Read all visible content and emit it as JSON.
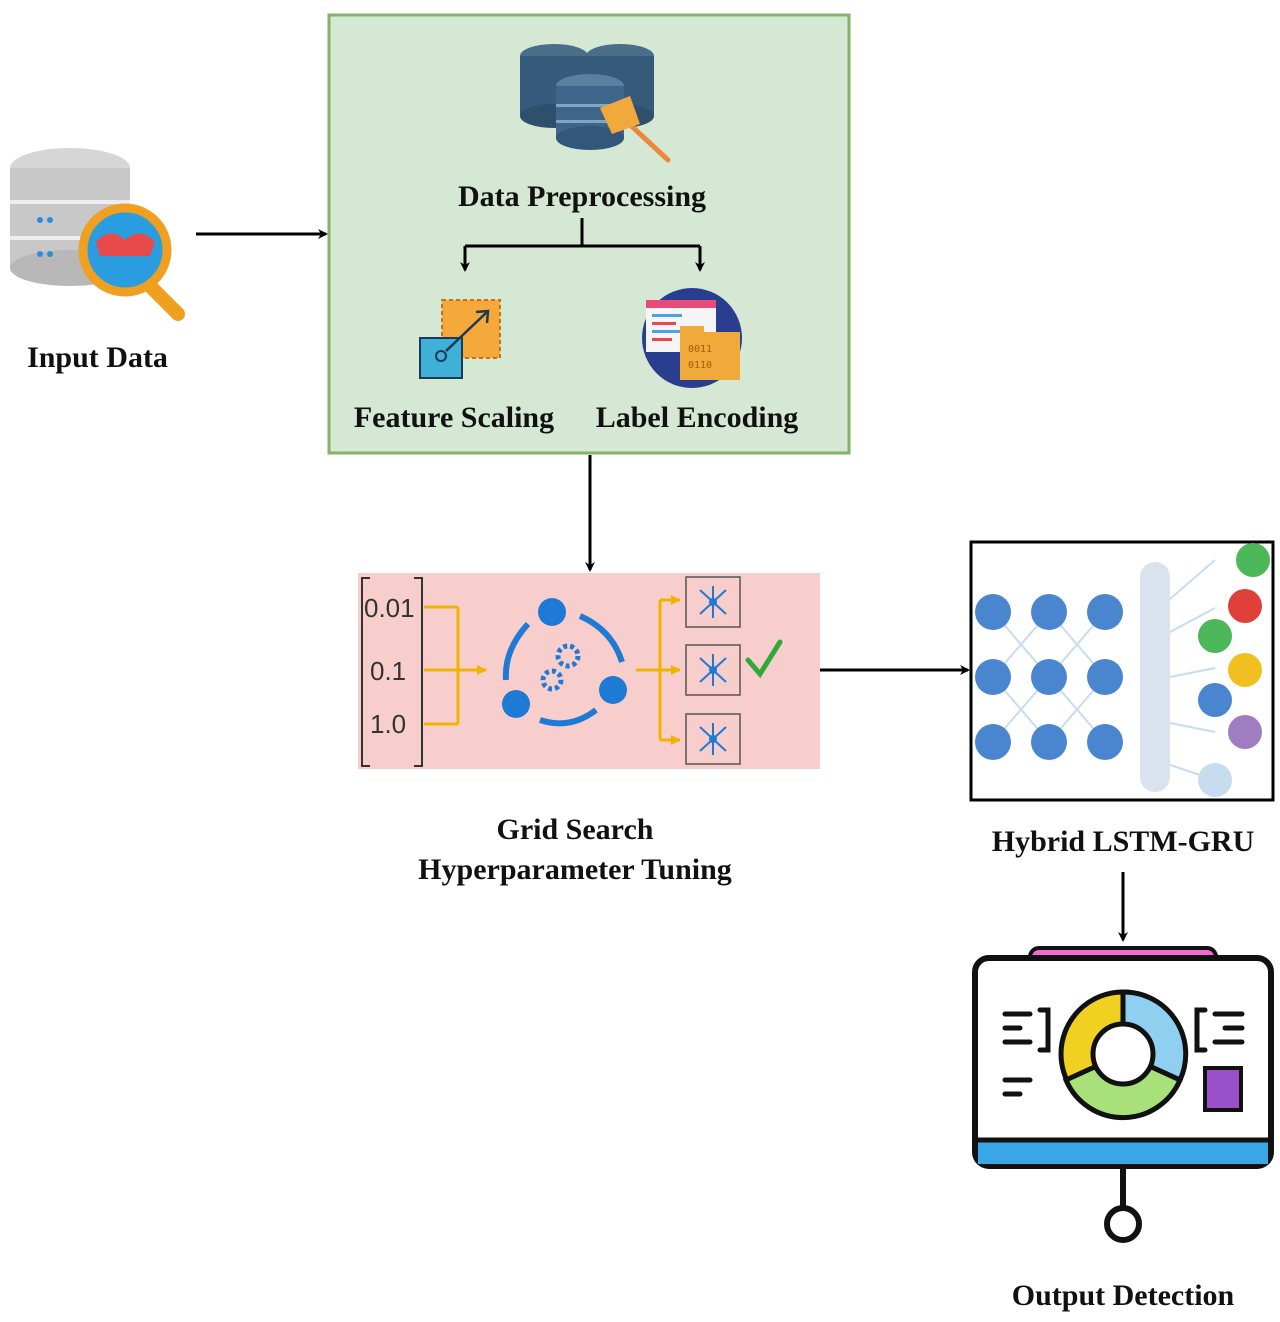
{
  "labels": {
    "input": "Input Data",
    "preprocessing": "Data Preprocessing",
    "scaling": "Feature Scaling",
    "encoding": "Label Encoding",
    "grid_line1": "Grid Search",
    "grid_line2": "Hyperparameter Tuning",
    "model": "Hybrid LSTM-GRU",
    "output": "Output Detection"
  },
  "grid_values": [
    "0.01",
    "0.1",
    "1.0"
  ],
  "colors": {
    "preprocessing_bg": "#d5e8d4",
    "preprocessing_border": "#82b366",
    "grid_bg": "#f8cecc",
    "accent_blue": "#1f7ad6",
    "accent_orange": "#f0b400",
    "check_green": "#2eaa3a"
  }
}
